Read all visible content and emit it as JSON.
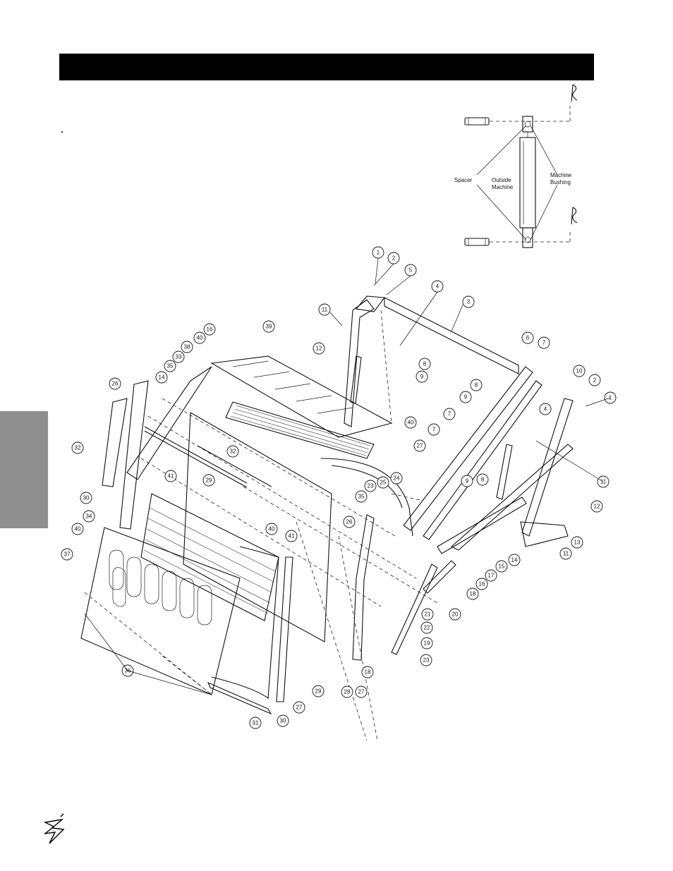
{
  "header": {
    "title": ""
  },
  "inset": {
    "labels": {
      "spacer": "Spacer",
      "outside_line1": "Outside",
      "outside_line2": "Machine",
      "bushing_line1": "Machine",
      "bushing_line2": "Bushing"
    }
  },
  "callouts": [
    {
      "id": "c1a",
      "num": "1"
    },
    {
      "id": "c2a",
      "num": "2"
    },
    {
      "id": "c5",
      "num": "5"
    },
    {
      "id": "c4a",
      "num": "4"
    },
    {
      "id": "c3",
      "num": "3"
    },
    {
      "id": "c11a",
      "num": "11"
    },
    {
      "id": "c39",
      "num": "39"
    },
    {
      "id": "c16",
      "num": "16"
    },
    {
      "id": "c40a",
      "num": "40"
    },
    {
      "id": "c12a",
      "num": "12"
    },
    {
      "id": "c8a",
      "num": "8"
    },
    {
      "id": "c9a",
      "num": "9"
    },
    {
      "id": "c38",
      "num": "38"
    },
    {
      "id": "c33",
      "num": "33"
    },
    {
      "id": "c35a",
      "num": "35"
    },
    {
      "id": "c14a",
      "num": "14"
    },
    {
      "id": "c26a",
      "num": "26"
    },
    {
      "id": "c6",
      "num": "6"
    },
    {
      "id": "c7a",
      "num": "7"
    },
    {
      "id": "c10",
      "num": "10"
    },
    {
      "id": "c2b",
      "num": "2"
    },
    {
      "id": "c1b",
      "num": "1"
    },
    {
      "id": "c8b",
      "num": "8"
    },
    {
      "id": "c9b",
      "num": "9"
    },
    {
      "id": "c7b",
      "num": "7"
    },
    {
      "id": "c40b",
      "num": "40"
    },
    {
      "id": "c4b",
      "num": "4"
    },
    {
      "id": "c7c",
      "num": "7"
    },
    {
      "id": "c27a",
      "num": "27"
    },
    {
      "id": "c32a",
      "num": "32"
    },
    {
      "id": "c32b",
      "num": "32"
    },
    {
      "id": "c11b",
      "num": "11"
    },
    {
      "id": "c29a",
      "num": "29"
    },
    {
      "id": "c41a",
      "num": "41"
    },
    {
      "id": "c30a",
      "num": "30"
    },
    {
      "id": "c34",
      "num": "34"
    },
    {
      "id": "c23a",
      "num": "23"
    },
    {
      "id": "c25",
      "num": "25"
    },
    {
      "id": "c24",
      "num": "24"
    },
    {
      "id": "c35b",
      "num": "35"
    },
    {
      "id": "c9c",
      "num": "9"
    },
    {
      "id": "c8c",
      "num": "8"
    },
    {
      "id": "c12b",
      "num": "12"
    },
    {
      "id": "c40c",
      "num": "40"
    },
    {
      "id": "c40d",
      "num": "40"
    },
    {
      "id": "c37",
      "num": "37"
    },
    {
      "id": "c26b",
      "num": "26"
    },
    {
      "id": "c41b",
      "num": "41"
    },
    {
      "id": "c13",
      "num": "13"
    },
    {
      "id": "c14b",
      "num": "14"
    },
    {
      "id": "c11c",
      "num": "11"
    },
    {
      "id": "c15",
      "num": "15"
    },
    {
      "id": "c17",
      "num": "17"
    },
    {
      "id": "c16b",
      "num": "16"
    },
    {
      "id": "c18a",
      "num": "18"
    },
    {
      "id": "c21",
      "num": "21"
    },
    {
      "id": "c20",
      "num": "20"
    },
    {
      "id": "c22",
      "num": "22"
    },
    {
      "id": "c19",
      "num": "19"
    },
    {
      "id": "c23b",
      "num": "23"
    },
    {
      "id": "c36",
      "num": "36"
    },
    {
      "id": "c18b",
      "num": "18"
    },
    {
      "id": "c29b",
      "num": "29"
    },
    {
      "id": "c28",
      "num": "28"
    },
    {
      "id": "c27b",
      "num": "27"
    },
    {
      "id": "c27c",
      "num": "27"
    },
    {
      "id": "c31",
      "num": "31"
    },
    {
      "id": "c30b",
      "num": "30"
    }
  ],
  "colors": {
    "header_bar": "#000000",
    "side_tab": "#8f8f8f",
    "ink": "#111111"
  },
  "icons": {
    "logo": "brand-swoosh-icon",
    "hair_pin": "hairpin-clip-icon"
  }
}
